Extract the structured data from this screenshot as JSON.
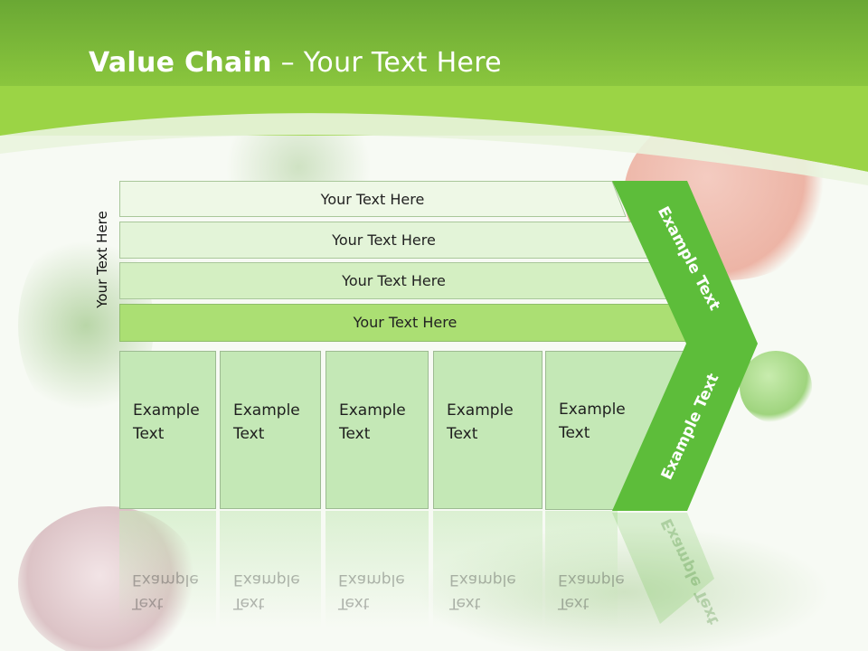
{
  "slide": {
    "title_bold": "Value Chain",
    "title_rest": " – Your Text Here"
  },
  "side_label": "Your Text Here",
  "bars": [
    {
      "label": "Your Text Here"
    },
    {
      "label": "Your Text Here"
    },
    {
      "label": "Your Text Here"
    },
    {
      "label": "Your Text Here"
    }
  ],
  "boxes": [
    {
      "line1": "Example",
      "line2": "Text"
    },
    {
      "line1": "Example",
      "line2": "Text"
    },
    {
      "line1": "Example",
      "line2": "Text"
    },
    {
      "line1": "Example",
      "line2": "Text"
    },
    {
      "line1": "Example",
      "line2": "Text"
    }
  ],
  "chevron": {
    "upper_text": "Example Text",
    "lower_text": "Example Text"
  },
  "colors": {
    "header_green": "#86c23c",
    "chevron_green": "#5dbd3a",
    "box_fill": "#c4e8b6"
  }
}
